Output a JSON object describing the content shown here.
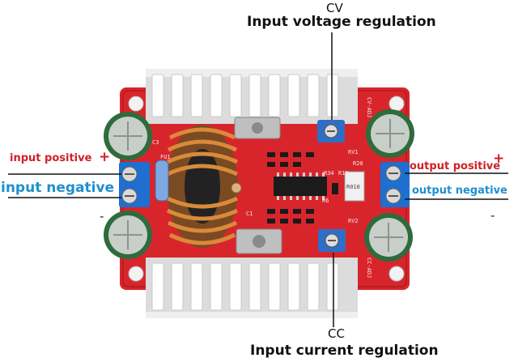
{
  "labels": {
    "cv": "CV",
    "cv_title": "Input voltage regulation",
    "cc": "CC",
    "cc_title": "Input current regulation",
    "input_positive": "input positive",
    "input_positive_sign": "+",
    "input_negative": "input negative",
    "input_negative_sign": "-",
    "output_positive": "output positive",
    "output_positive_sign": "+",
    "output_negative": "output negative",
    "output_negative_sign": "-"
  },
  "silkscreen": {
    "rv1": "RV1",
    "rv2": "RV2",
    "r20": "R20",
    "r34": "R34",
    "r19": "R19",
    "r6": "R6",
    "r010": "R010",
    "fu1": "FU1",
    "c1": "C1",
    "c3": "C3",
    "cv_adj": "CV-ADJ",
    "cc_adj": "CC-ADJ"
  },
  "colors": {
    "pcb": "#d8252c",
    "heatsink": "#e6e6e6",
    "trimmer": "#2d6fc4",
    "terminal": "#1e6fd0",
    "label_red": "#d0202a",
    "label_blue": "#1f8fd0"
  }
}
